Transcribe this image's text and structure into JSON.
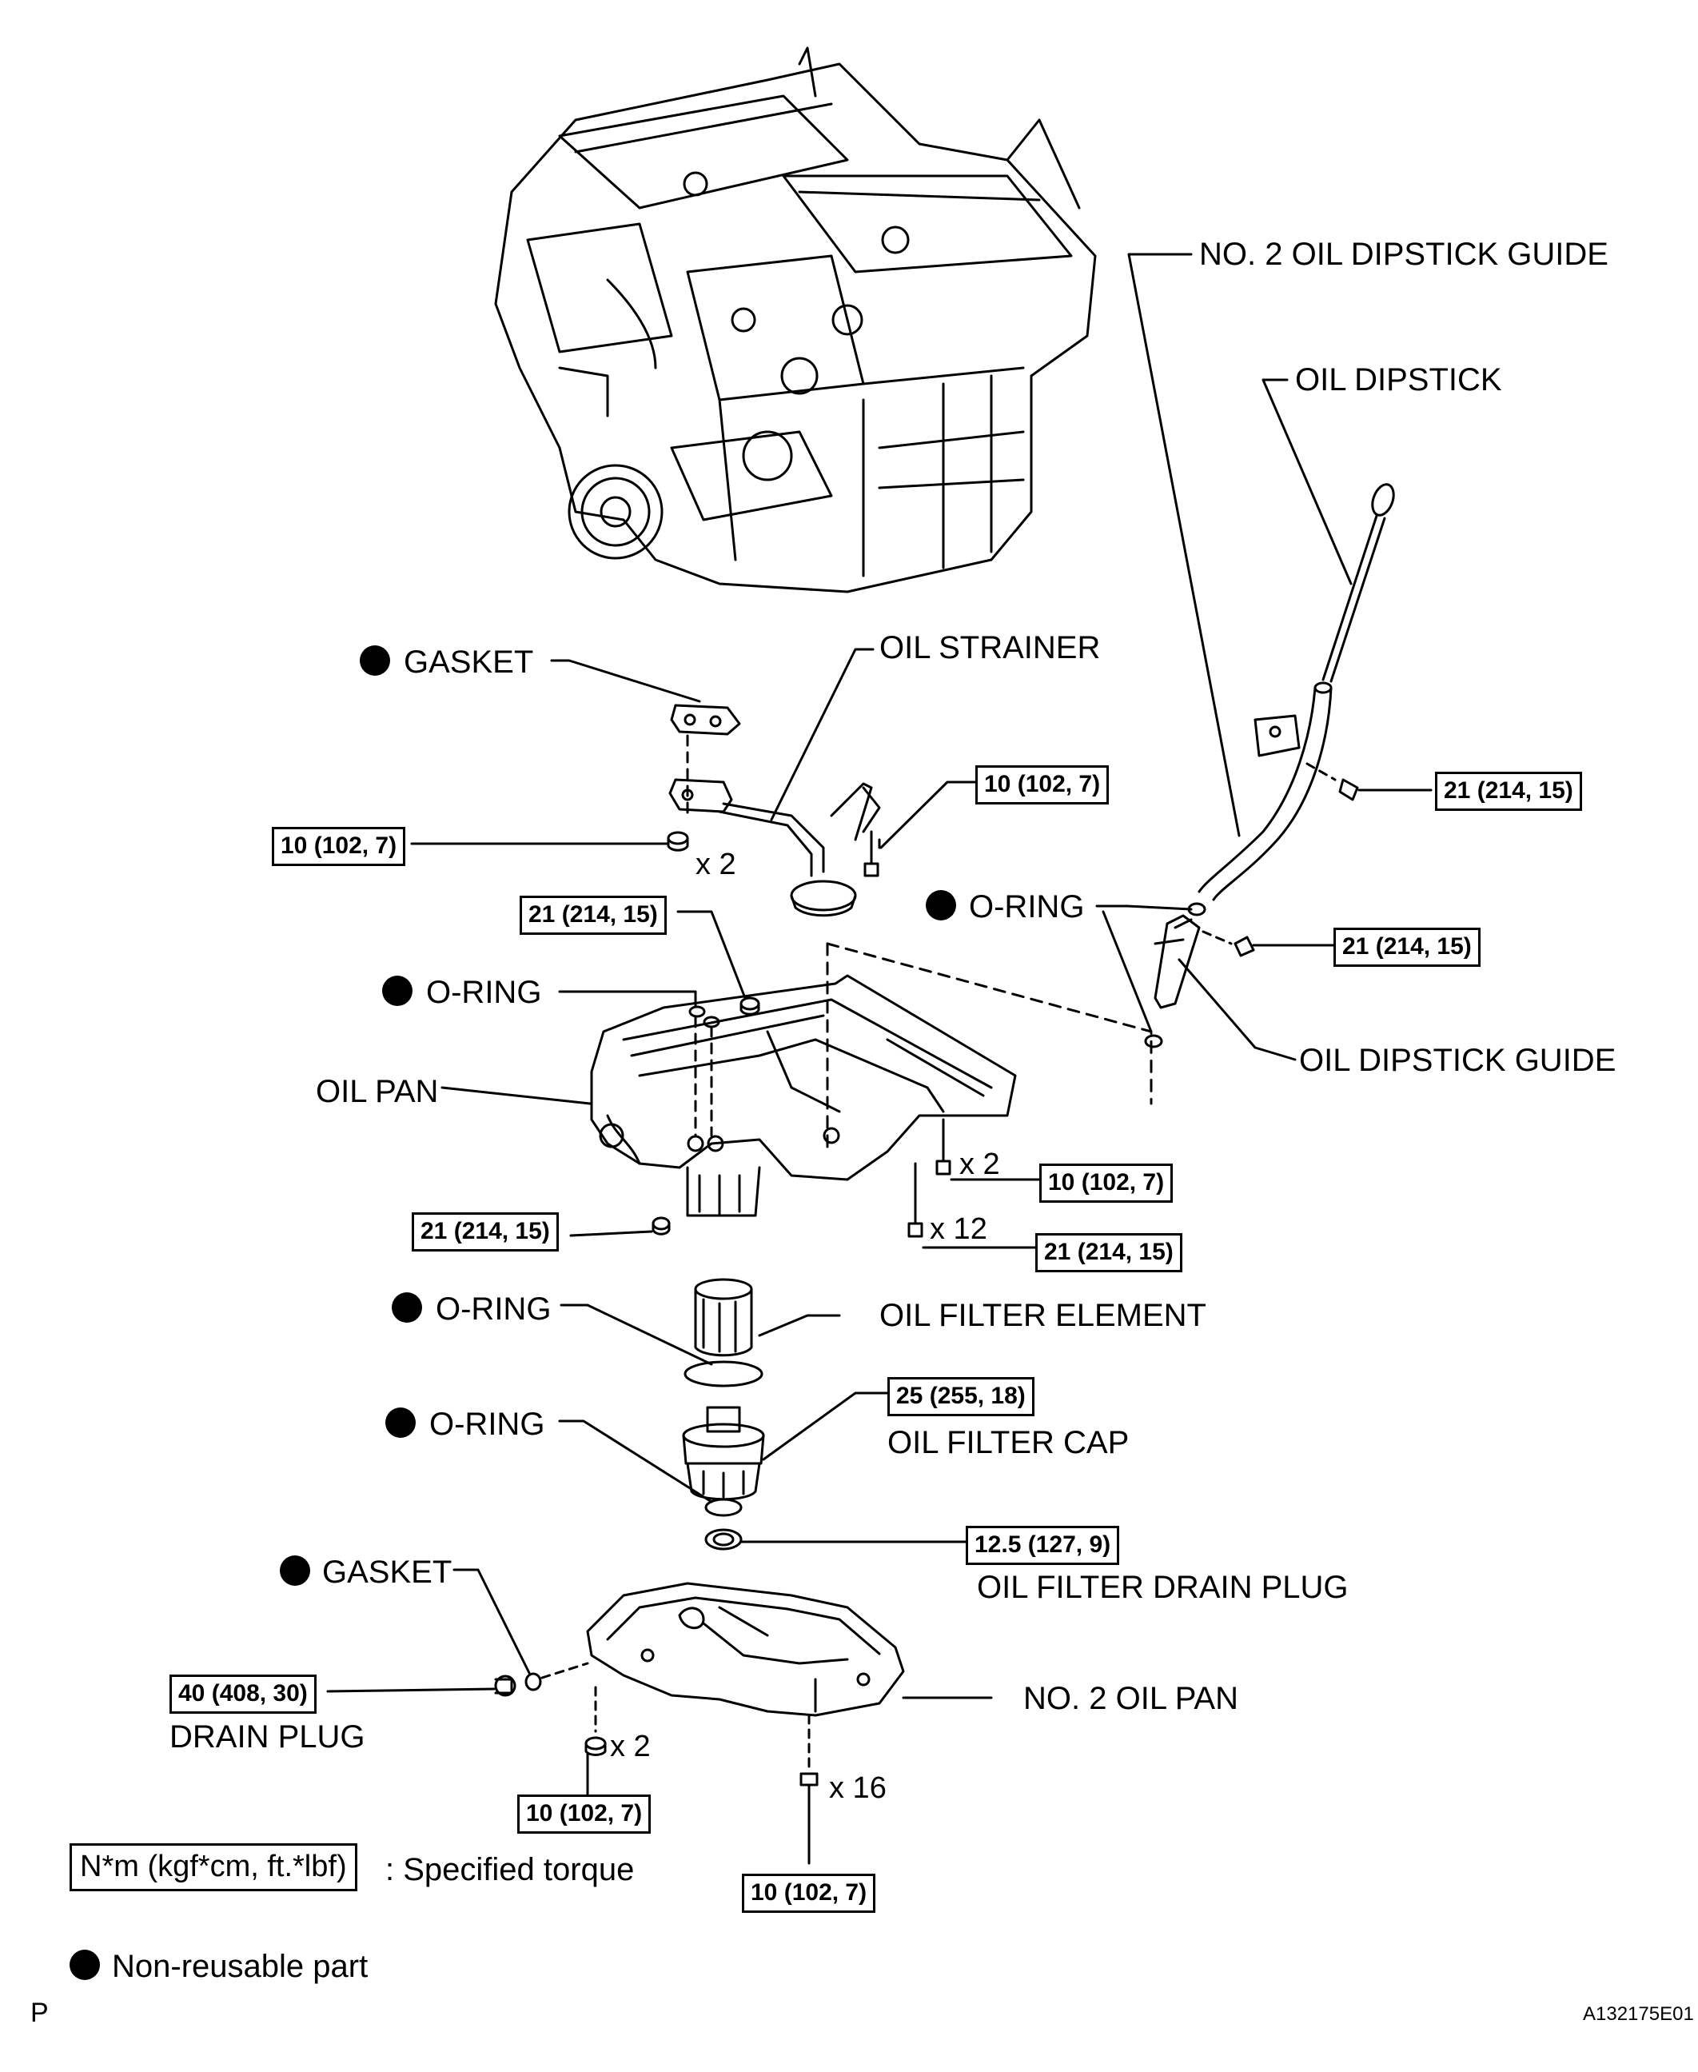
{
  "labels": {
    "no2_dipstick_guide": "NO. 2 OIL DIPSTICK GUIDE",
    "oil_dipstick": "OIL DIPSTICK",
    "gasket_top": "GASKET",
    "oil_strainer": "OIL STRAINER",
    "oring_right": "O-RING",
    "oring_pan": "O-RING",
    "oil_pan": "OIL PAN",
    "oil_dipstick_guide": "OIL DIPSTICK GUIDE",
    "oring_filter_element": "O-RING",
    "oil_filter_element": "OIL FILTER ELEMENT",
    "oring_filter_cap": "O-RING",
    "oil_filter_cap": "OIL FILTER CAP",
    "gasket_drain": "GASKET",
    "oil_filter_drain_plug": "OIL FILTER DRAIN PLUG",
    "no2_oil_pan": "NO. 2 OIL PAN",
    "drain_plug": "DRAIN PLUG"
  },
  "torques": {
    "strainer_bolt_right": "10 (102, 7)",
    "strainer_nut_left": "10 (102, 7)",
    "dipstick_guide_bolt": "21 (214, 15)",
    "pan_stud_nut": "21 (214, 15)",
    "oil_dipstick_guide_bolt": "21 (214, 15)",
    "pan_bolt_x2": "10 (102, 7)",
    "pan_nut_left": "21 (214, 15)",
    "pan_bolt_x12": "21 (214, 15)",
    "oil_filter_cap": "25 (255, 18)",
    "oil_filter_drain_plug": "12.5 (127, 9)",
    "drain_plug": "40 (408, 30)",
    "no2_pan_nut_x2": "10 (102, 7)",
    "no2_pan_bolt_x16": "10 (102, 7)"
  },
  "multipliers": {
    "strainer_nut": "x 2",
    "pan_bolt_a": "x 2",
    "pan_bolt_b": "x 12",
    "no2_pan_nut": "x 2",
    "no2_pan_bolt": "x 16"
  },
  "legend": {
    "torque_box": "N*m (kgf*cm, ft.*lbf)",
    "torque_text": ": Specified torque",
    "nonreusable_text": "Non-reusable part"
  },
  "footer": {
    "left": "P",
    "right": "A132175E01"
  }
}
